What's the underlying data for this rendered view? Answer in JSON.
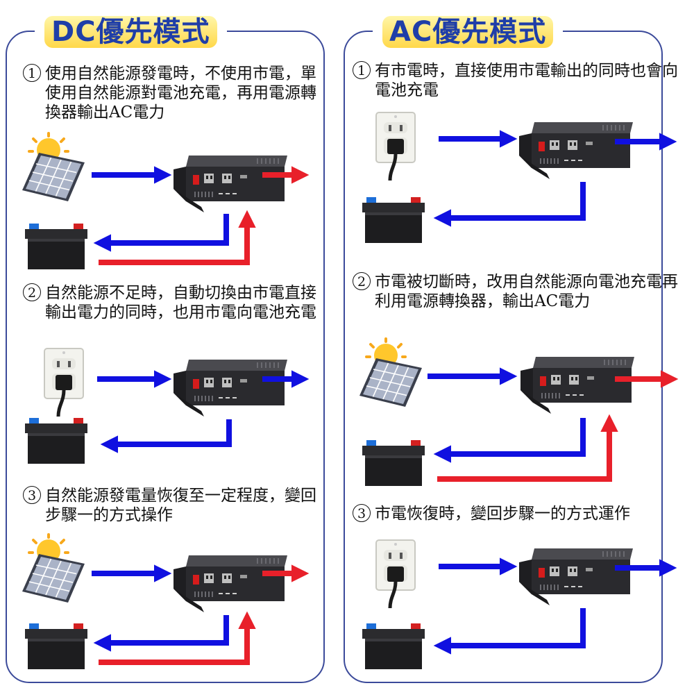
{
  "dc_mode": {
    "title": "DC優先模式",
    "steps": [
      {
        "num": "1",
        "text": "使用自然能源發電時，不使用市電，單使用自然能源對電池充電，再用電源轉換器輸出AC電力"
      },
      {
        "num": "2",
        "text": "自然能源不足時，自動切換由市電直接輸出電力的同時，也用市電向電池充電"
      },
      {
        "num": "3",
        "text": "自然能源發電量恢復至一定程度，變回步驟一的方式操作"
      }
    ]
  },
  "ac_mode": {
    "title": "AC優先模式",
    "steps": [
      {
        "num": "1",
        "text": "有市電時，直接使用市電輸出的同時也會向電池充電"
      },
      {
        "num": "2",
        "text": "市電被切斷時，改用自然能源向電池充電再利用電源轉換器，輸出AC電力"
      },
      {
        "num": "3",
        "text": "市電恢復時，變回步驟一的方式運作"
      }
    ]
  },
  "colors": {
    "frame": "#3b4a9a",
    "title_text": "#1f3ea8",
    "dc_arrow": "#1010e0",
    "ac_arrow": "#e8202a",
    "inverter": "#2a2a2e",
    "battery": "#1d1d1f"
  }
}
